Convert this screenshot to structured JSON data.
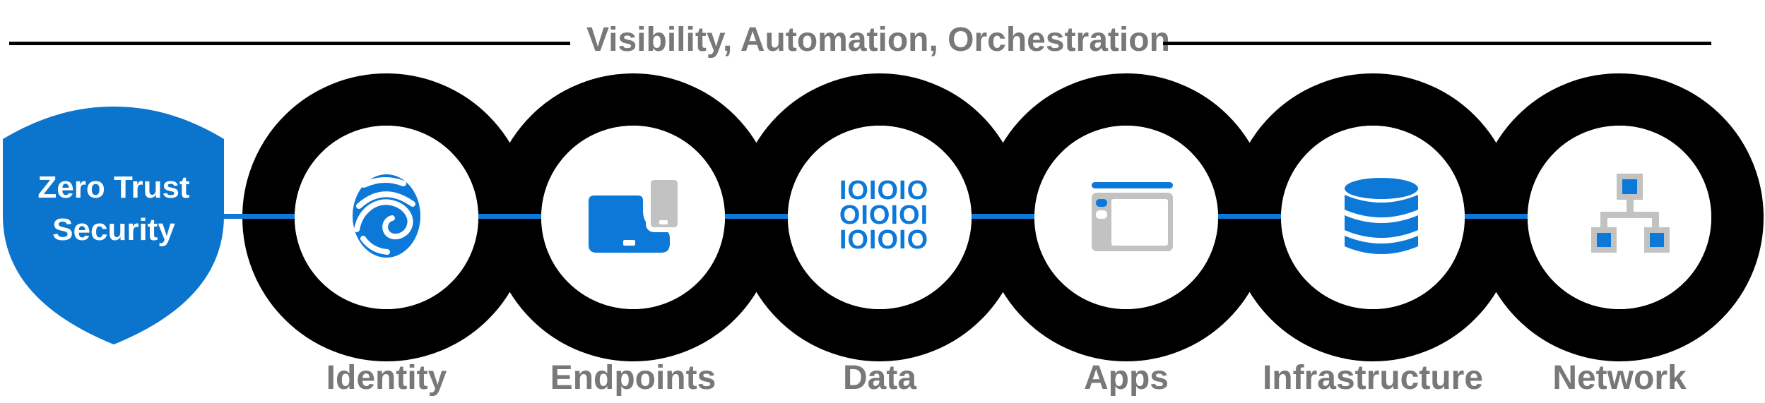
{
  "header": {
    "title": "Visibility, Automation, Orchestration"
  },
  "shield": {
    "line1": "Zero Trust",
    "line2": "Security"
  },
  "nodes": [
    {
      "label": "Identity",
      "icon": "fingerprint-icon"
    },
    {
      "label": "Endpoints",
      "icon": "laptop-phone-icon"
    },
    {
      "label": "Data",
      "icon": "binary-data-icon",
      "binary_rows": [
        "IOIOIO",
        "OIOIOI",
        "IOIOIO"
      ]
    },
    {
      "label": "Apps",
      "icon": "app-window-icon"
    },
    {
      "label": "Infrastructure",
      "icon": "database-icon"
    },
    {
      "label": "Network",
      "icon": "network-topology-icon"
    }
  ],
  "colors": {
    "accent_blue": "#0c79d8",
    "shield_blue": "#0b74cd",
    "ring_black": "#000000",
    "text_gray": "#787878",
    "icon_gray": "#c2c2c2",
    "white": "#ffffff"
  }
}
